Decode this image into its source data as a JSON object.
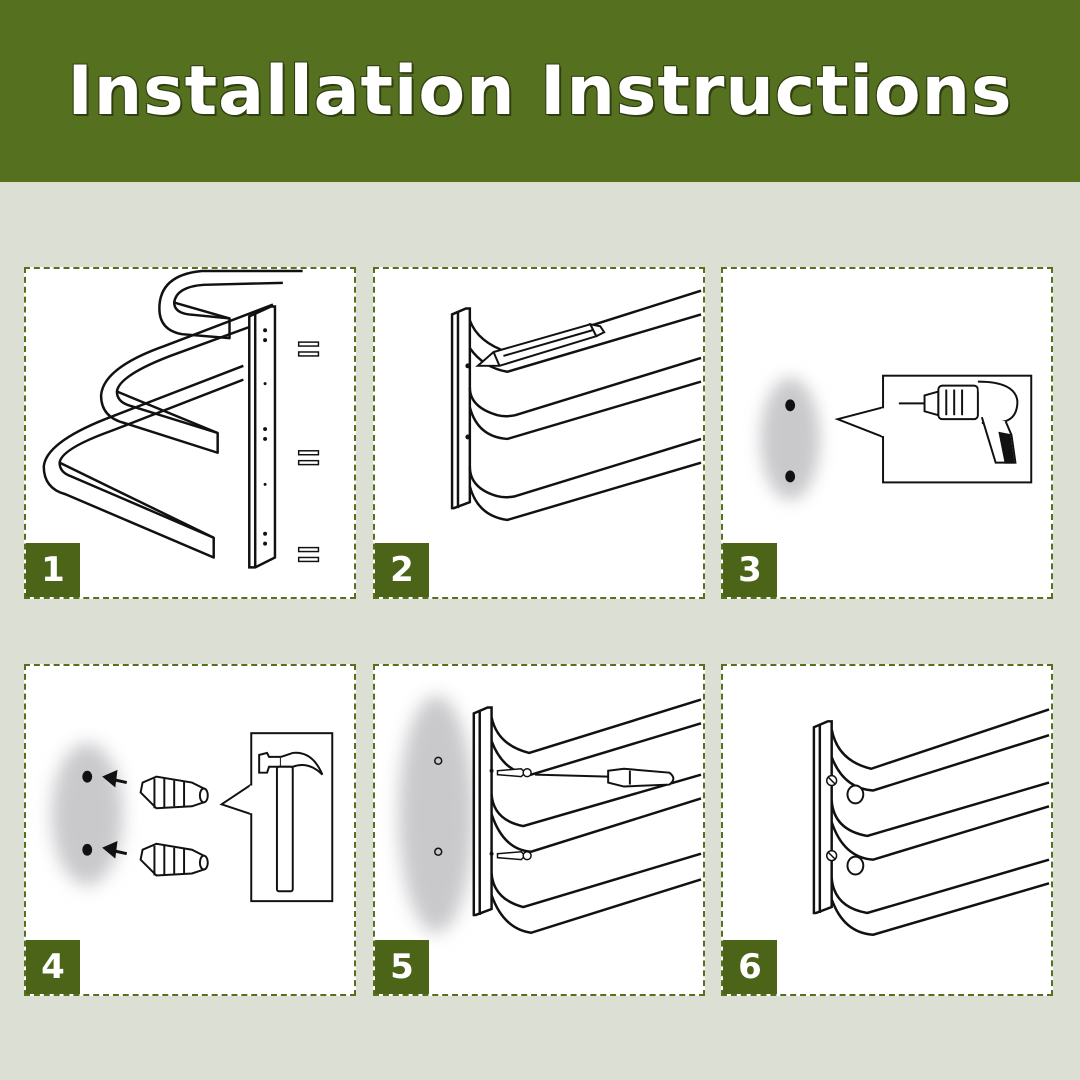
{
  "header": {
    "title": "Installation Instructions"
  },
  "colors": {
    "header_bg": "#55711f",
    "badge_bg": "#4b6418",
    "page_bg": "#dcdfd3"
  },
  "steps": [
    {
      "number": "1",
      "depicts": "shelf-and-mounting-plate"
    },
    {
      "number": "2",
      "depicts": "marking-holes-with-pencil"
    },
    {
      "number": "3",
      "depicts": "drilling-holes"
    },
    {
      "number": "4",
      "depicts": "inserting-wall-anchors"
    },
    {
      "number": "5",
      "depicts": "screwing-plate-to-wall"
    },
    {
      "number": "6",
      "depicts": "installed-rack"
    }
  ]
}
